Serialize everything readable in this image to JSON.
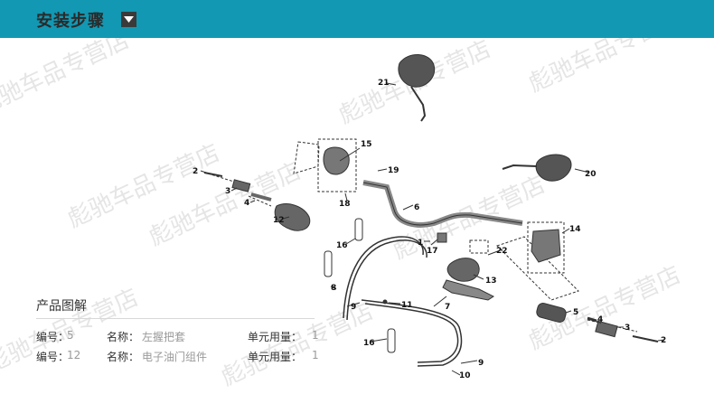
{
  "header": {
    "title": "安装步骤",
    "dropdown_icon": "caret-down-icon"
  },
  "watermark": "彪驰车品专营店",
  "colors": {
    "header_bg": "#1298b3",
    "line": "#333333",
    "watermark": "#d0d0d0"
  },
  "callouts": [
    "21",
    "15",
    "19",
    "2",
    "3",
    "4",
    "12",
    "18",
    "6",
    "20",
    "14",
    "16",
    "17",
    "1",
    "22",
    "13",
    "8",
    "9",
    "11",
    "7",
    "5",
    "4",
    "3",
    "2",
    "16",
    "9",
    "10"
  ],
  "legend": {
    "title": "产品图解",
    "rows": [
      {
        "num_label": "编号：",
        "num": "5",
        "name_label": "名称：",
        "name": "左握把套",
        "qty_label": "单元用量：",
        "qty": "1"
      },
      {
        "num_label": "编号：",
        "num": "12",
        "name_label": "名称：",
        "name": "电子油门组件",
        "qty_label": "单元用量：",
        "qty": "1"
      }
    ]
  }
}
